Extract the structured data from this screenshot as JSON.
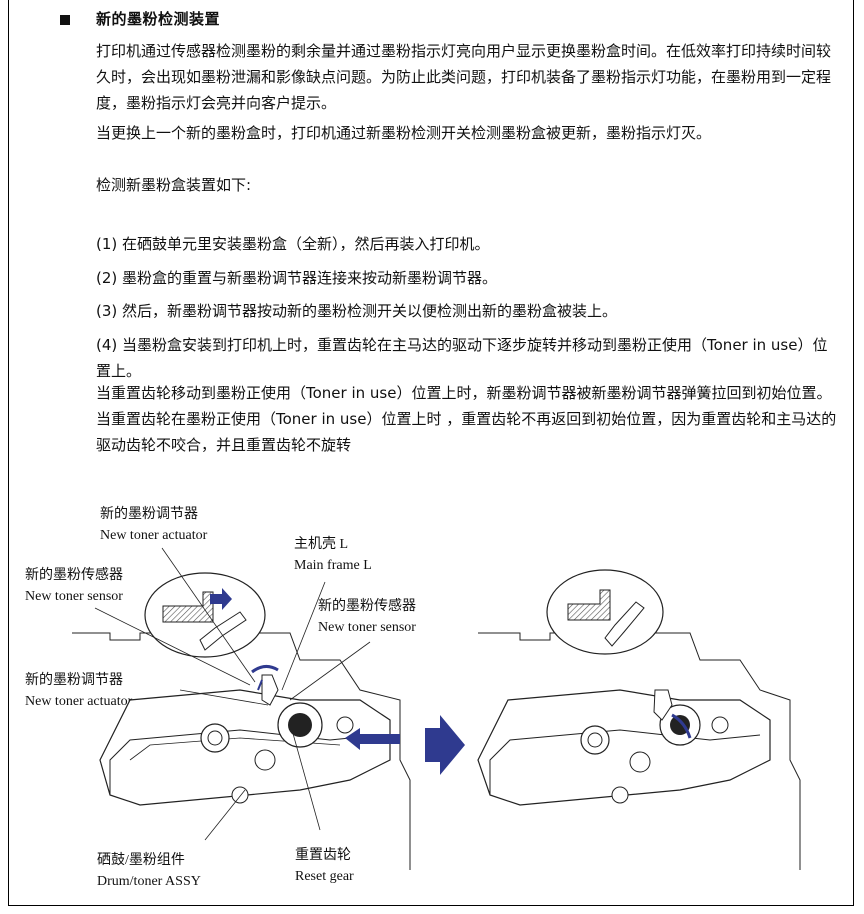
{
  "section": {
    "title": "新的墨粉检测装置"
  },
  "paragraphs": {
    "p1": "打印机通过传感器检测墨粉的剩余量并通过墨粉指示灯亮向用户显示更换墨粉盒时间。在低效率打印持续时间较久时，会出现如墨粉泄漏和影像缺点问题。为防止此类问题，打印机装备了墨粉指示灯功能，在墨粉用到一定程度，墨粉指示灯会亮并向客户提示。",
    "p2": "当更换上一个新的墨粉盒时，打印机通过新墨粉检测开关检测墨粉盒被更新，墨粉指示灯灭。",
    "p3": "检测新墨粉盒装置如下:"
  },
  "steps": [
    "(1) 在硒鼓单元里安装墨粉盒（全新），然后再装入打印机。",
    "(2) 墨粉盒的重置与新墨粉调节器连接来按动新墨粉调节器。",
    "(3) 然后，新墨粉调节器按动新的墨粉检测开关以便检测出新的墨粉盒被装上。",
    "(4) 当墨粉盒安装到打印机上时，重置齿轮在主马达的驱动下逐步旋转并移动到墨粉正使用（Toner in use）位置上。"
  ],
  "closing": "当重置齿轮移动到墨粉正使用（Toner in use）位置上时，新墨粉调节器被新墨粉调节器弹簧拉回到初始位置。当重置齿轮在墨粉正使用（Toner in use）位置上时 ，重置齿轮不再返回到初始位置，因为重置齿轮和主马达的驱动齿轮不咬合，并且重置齿轮不旋转",
  "figure": {
    "labels": {
      "actuator_top_zh": "新的墨粉调节器",
      "actuator_top_en": "New toner actuator",
      "main_frame_zh": "主机壳 L",
      "main_frame_en": "Main frame L",
      "sensor_left_zh": "新的墨粉传感器",
      "sensor_left_en": "New toner sensor",
      "sensor_right_zh": "新的墨粉传感器",
      "sensor_right_en": "New toner sensor",
      "actuator_left_zh": "新的墨粉调节器",
      "actuator_left_en": "New toner actuator",
      "drum_zh": "硒鼓/墨粉组件",
      "drum_en": "Drum/toner ASSY",
      "reset_gear_zh": "重置齿轮",
      "reset_gear_en": "Reset gear"
    },
    "colors": {
      "arrow": "#2f3a8f",
      "line": "#222222",
      "hatch": "#555555"
    }
  }
}
